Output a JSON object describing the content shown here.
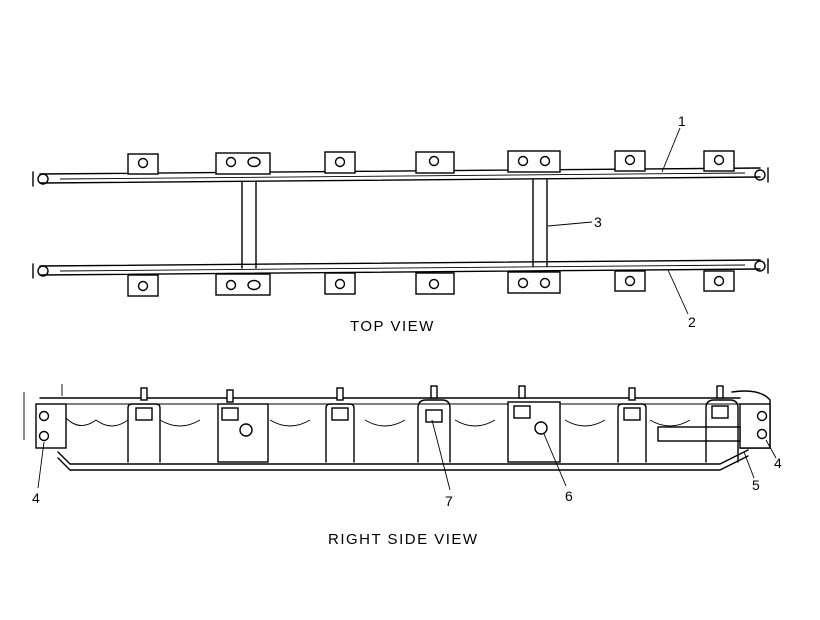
{
  "views": {
    "top": {
      "title": "TOP VIEW"
    },
    "side": {
      "title": "RIGHT SIDE VIEW"
    }
  },
  "callouts": {
    "c1": "1",
    "c2": "2",
    "c3": "3",
    "c4_left": "4",
    "c4_right": "4",
    "c5": "5",
    "c6": "6",
    "c7": "7"
  },
  "colors": {
    "ink": "#000000",
    "paper": "#ffffff"
  }
}
